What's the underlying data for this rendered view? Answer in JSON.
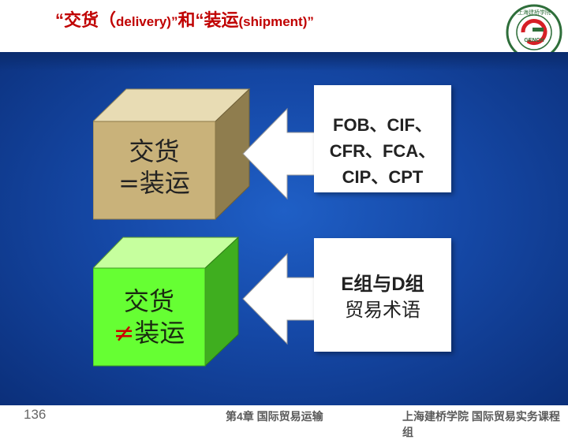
{
  "title": {
    "part1": "“交货（",
    "part2": "delivery)”",
    "part3": "和“装运",
    "part4": "(shipment)”"
  },
  "logo": {
    "ring_text": "上海建桥学院",
    "center_text": "GENCH"
  },
  "cube_top": {
    "line1": "交货",
    "line2": "=装运"
  },
  "cube_bottom": {
    "line1": "交货",
    "line2_mark": "≠",
    "line2_text": "装运"
  },
  "box_top": {
    "line1": "FOB、CIF、",
    "line2": "CFR、FCA、",
    "line3": "CIP、CPT"
  },
  "box_bottom": {
    "line1": "E组与D组",
    "line2": "贸易术语"
  },
  "footer": {
    "page_number": "136",
    "chapter": "第4章 国际贸易运输",
    "school": "上海建桥学院 国际贸易实务课程组"
  },
  "colors": {
    "title": "#c00000",
    "stage_blue": "#1548a6",
    "tan_front": "#c9b27a",
    "green_front": "#66ff33",
    "not_equal_mark": "#cc0000",
    "logo_green": "#2e6e3a"
  }
}
